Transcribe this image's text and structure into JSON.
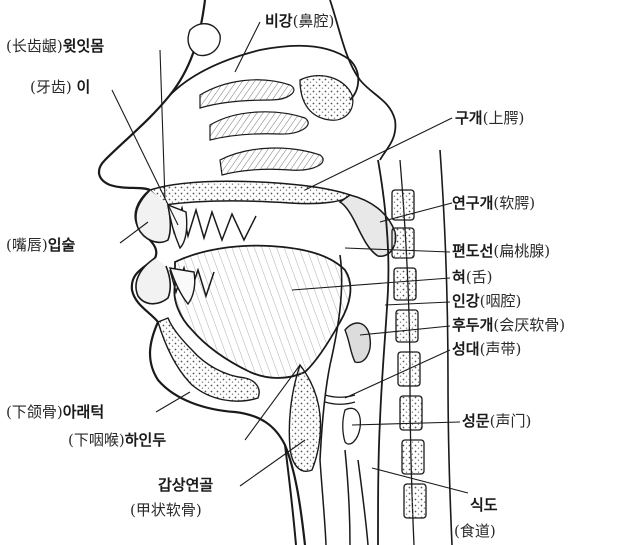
{
  "labels": {
    "nasal_cavity": {
      "kr": "비강",
      "cn": "(鼻腔)"
    },
    "gum": {
      "cn": "(长齿龈)",
      "kr": "윗잇몸"
    },
    "teeth": {
      "cn": "(牙齿)",
      "kr": "이"
    },
    "hard_palate": {
      "kr": "구개",
      "cn": "(上腭)"
    },
    "soft_palate": {
      "kr": "연구개",
      "cn": "(软腭)"
    },
    "lips": {
      "cn": "(嘴唇)",
      "kr": "입술"
    },
    "tonsil": {
      "kr": "편도선",
      "cn": "(扁桃腺)"
    },
    "tongue": {
      "kr": "혀",
      "cn": "(舌)"
    },
    "pharynx": {
      "kr": "인강",
      "cn": "(咽腔)"
    },
    "epiglottis": {
      "kr": "후두개",
      "cn": "(会厌软骨)"
    },
    "vocal_cords": {
      "kr": "성대",
      "cn": "(声带)"
    },
    "glottis": {
      "kr": "성문",
      "cn": "(声门)"
    },
    "lower_jaw": {
      "cn": "(下颌骨)",
      "kr": "아래턱"
    },
    "larynx": {
      "cn": "(下咽喉)",
      "kr": "하인두"
    },
    "thyroid": {
      "kr": "갑상연골",
      "cn": "(甲状软骨)"
    },
    "esophagus": {
      "kr": "식도",
      "cn": "(食道)"
    }
  },
  "colors": {
    "ink": "#1a1a1a",
    "shade": "#9a9a9a",
    "paper": "#ffffff"
  }
}
